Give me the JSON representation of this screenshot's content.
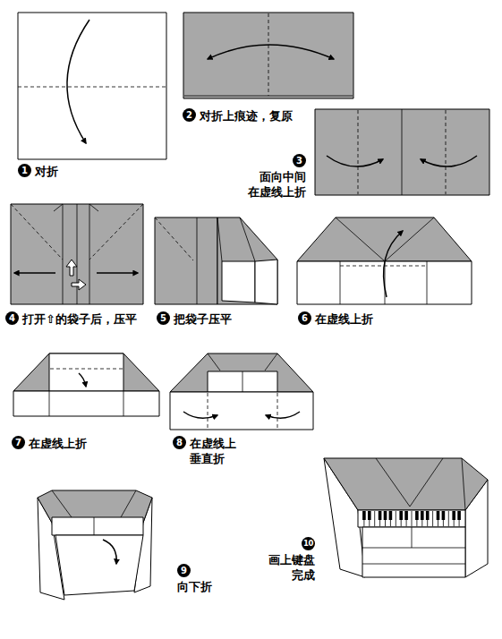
{
  "diagram": {
    "nodes": [
      {
        "text": [
          "1",
          "对折"
        ]
      },
      {
        "text": [
          "2",
          "对折上痕迹，复原"
        ]
      },
      {
        "text": [
          "3",
          "面向中间 在虚线上折"
        ]
      },
      {
        "text": [
          "4",
          "打开⇧的袋子后，压平"
        ]
      },
      {
        "text": [
          "5",
          "把袋子压平"
        ]
      },
      {
        "text": [
          "6",
          "在虚线上折"
        ]
      },
      {
        "text": [
          "7",
          "在虚线上折"
        ]
      },
      {
        "text": [
          "8",
          "在虚线上 垂直折"
        ]
      },
      {
        "text": [
          "9",
          "向下折"
        ]
      },
      {
        "text": [
          "10",
          "画上键盘 完成"
        ]
      }
    ]
  }
}
